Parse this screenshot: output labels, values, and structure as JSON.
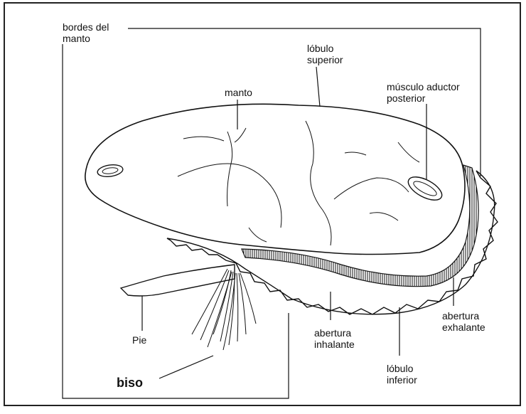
{
  "labels": {
    "bordes_del_manto": "bordes del\nmanto",
    "lobulo_superior": "lóbulo\nsuperior",
    "manto": "manto",
    "musculo_aductor": "músculo aductor\nposterior",
    "pie": "Pie",
    "abertura_inhalante": "abertura\ninhalante",
    "abertura_exhalante": "abertura\nexhalante",
    "lobulo_inferior": "lóbulo\ninferior",
    "biso": "biso"
  },
  "colors": {
    "ink": "#111111",
    "frame": "#222222",
    "background": "#ffffff"
  }
}
